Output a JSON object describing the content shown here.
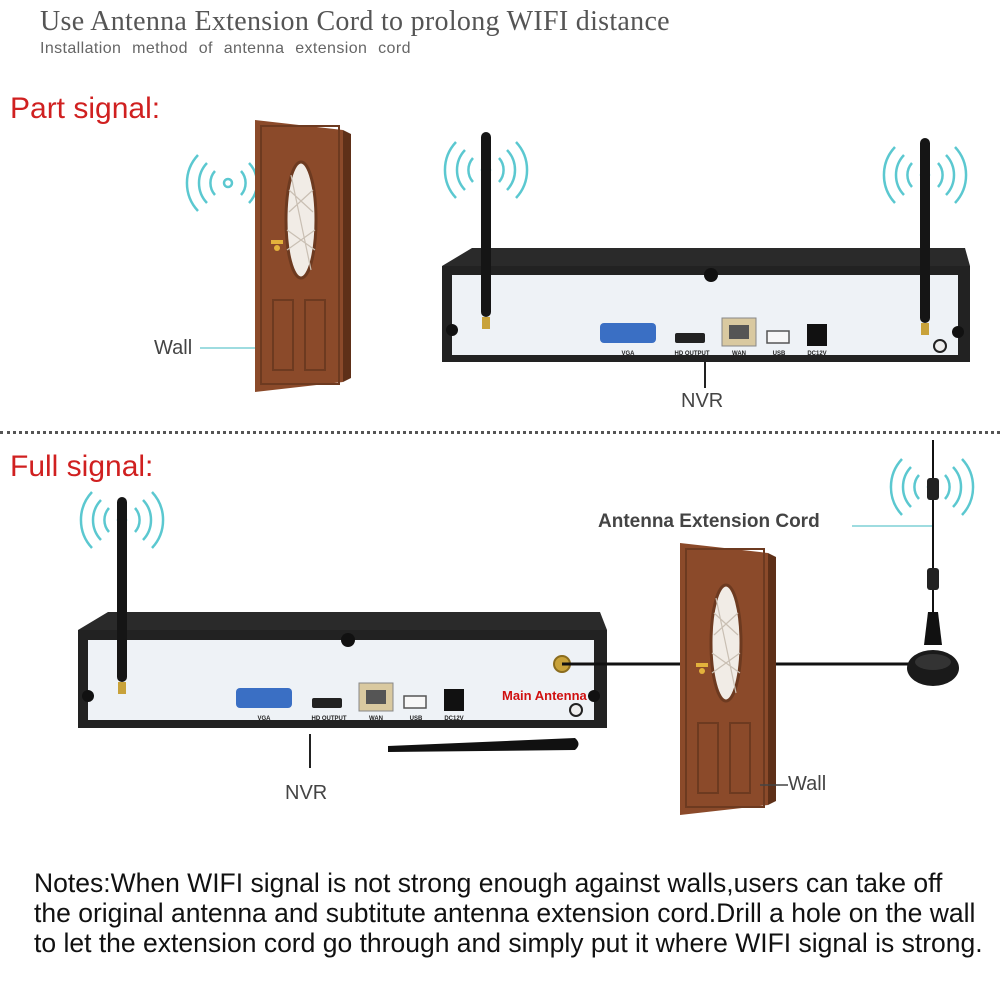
{
  "header": {
    "title": "Use Antenna Extension Cord to prolong WIFI distance",
    "subtitle": "Installation method of antenna extension cord"
  },
  "part_signal": {
    "heading": "Part signal:",
    "wall_label": "Wall",
    "nvr_label": "NVR"
  },
  "full_signal": {
    "heading": "Full signal:",
    "cord_label": "Antenna Extension Cord",
    "main_antenna_label": "Main Antenna",
    "wall_label": "Wall",
    "nvr_label": "NVR"
  },
  "nvr_ports": {
    "vga": "VGA",
    "hdmi": "HD OUTPUT",
    "wan": "WAN",
    "usb": "USB",
    "dc": "DC12V"
  },
  "notes": "Notes:When WIFI signal is not strong enough against walls,users can take off the original antenna and subtitute antenna extension cord.Drill a hole on the wall to let the extension cord go through and simply put it where WIFI signal is strong.",
  "colors": {
    "door": "#8b4a2a",
    "signal": "#5bc8d0",
    "heading": "#d02020"
  }
}
